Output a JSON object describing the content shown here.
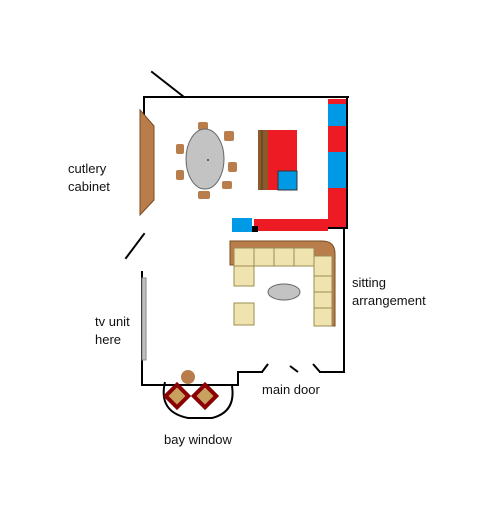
{
  "labels": {
    "cutlery_cabinet": [
      "cutlery",
      "cabinet"
    ],
    "tv_unit": [
      "tv unit",
      "here"
    ],
    "sitting_arrangement": [
      "sitting",
      "arrangement"
    ],
    "main_door": "main door",
    "bay_window": "bay window"
  },
  "colors": {
    "wall": "#000000",
    "wood": "#b87d4b",
    "wood_dark": "#8b5a2b",
    "red": "#ed1c24",
    "blue": "#0099e6",
    "table": "#c3c3c3",
    "sofa": "#efe4b0",
    "rug": "#8b0000",
    "tv": "#c0c0c0"
  }
}
